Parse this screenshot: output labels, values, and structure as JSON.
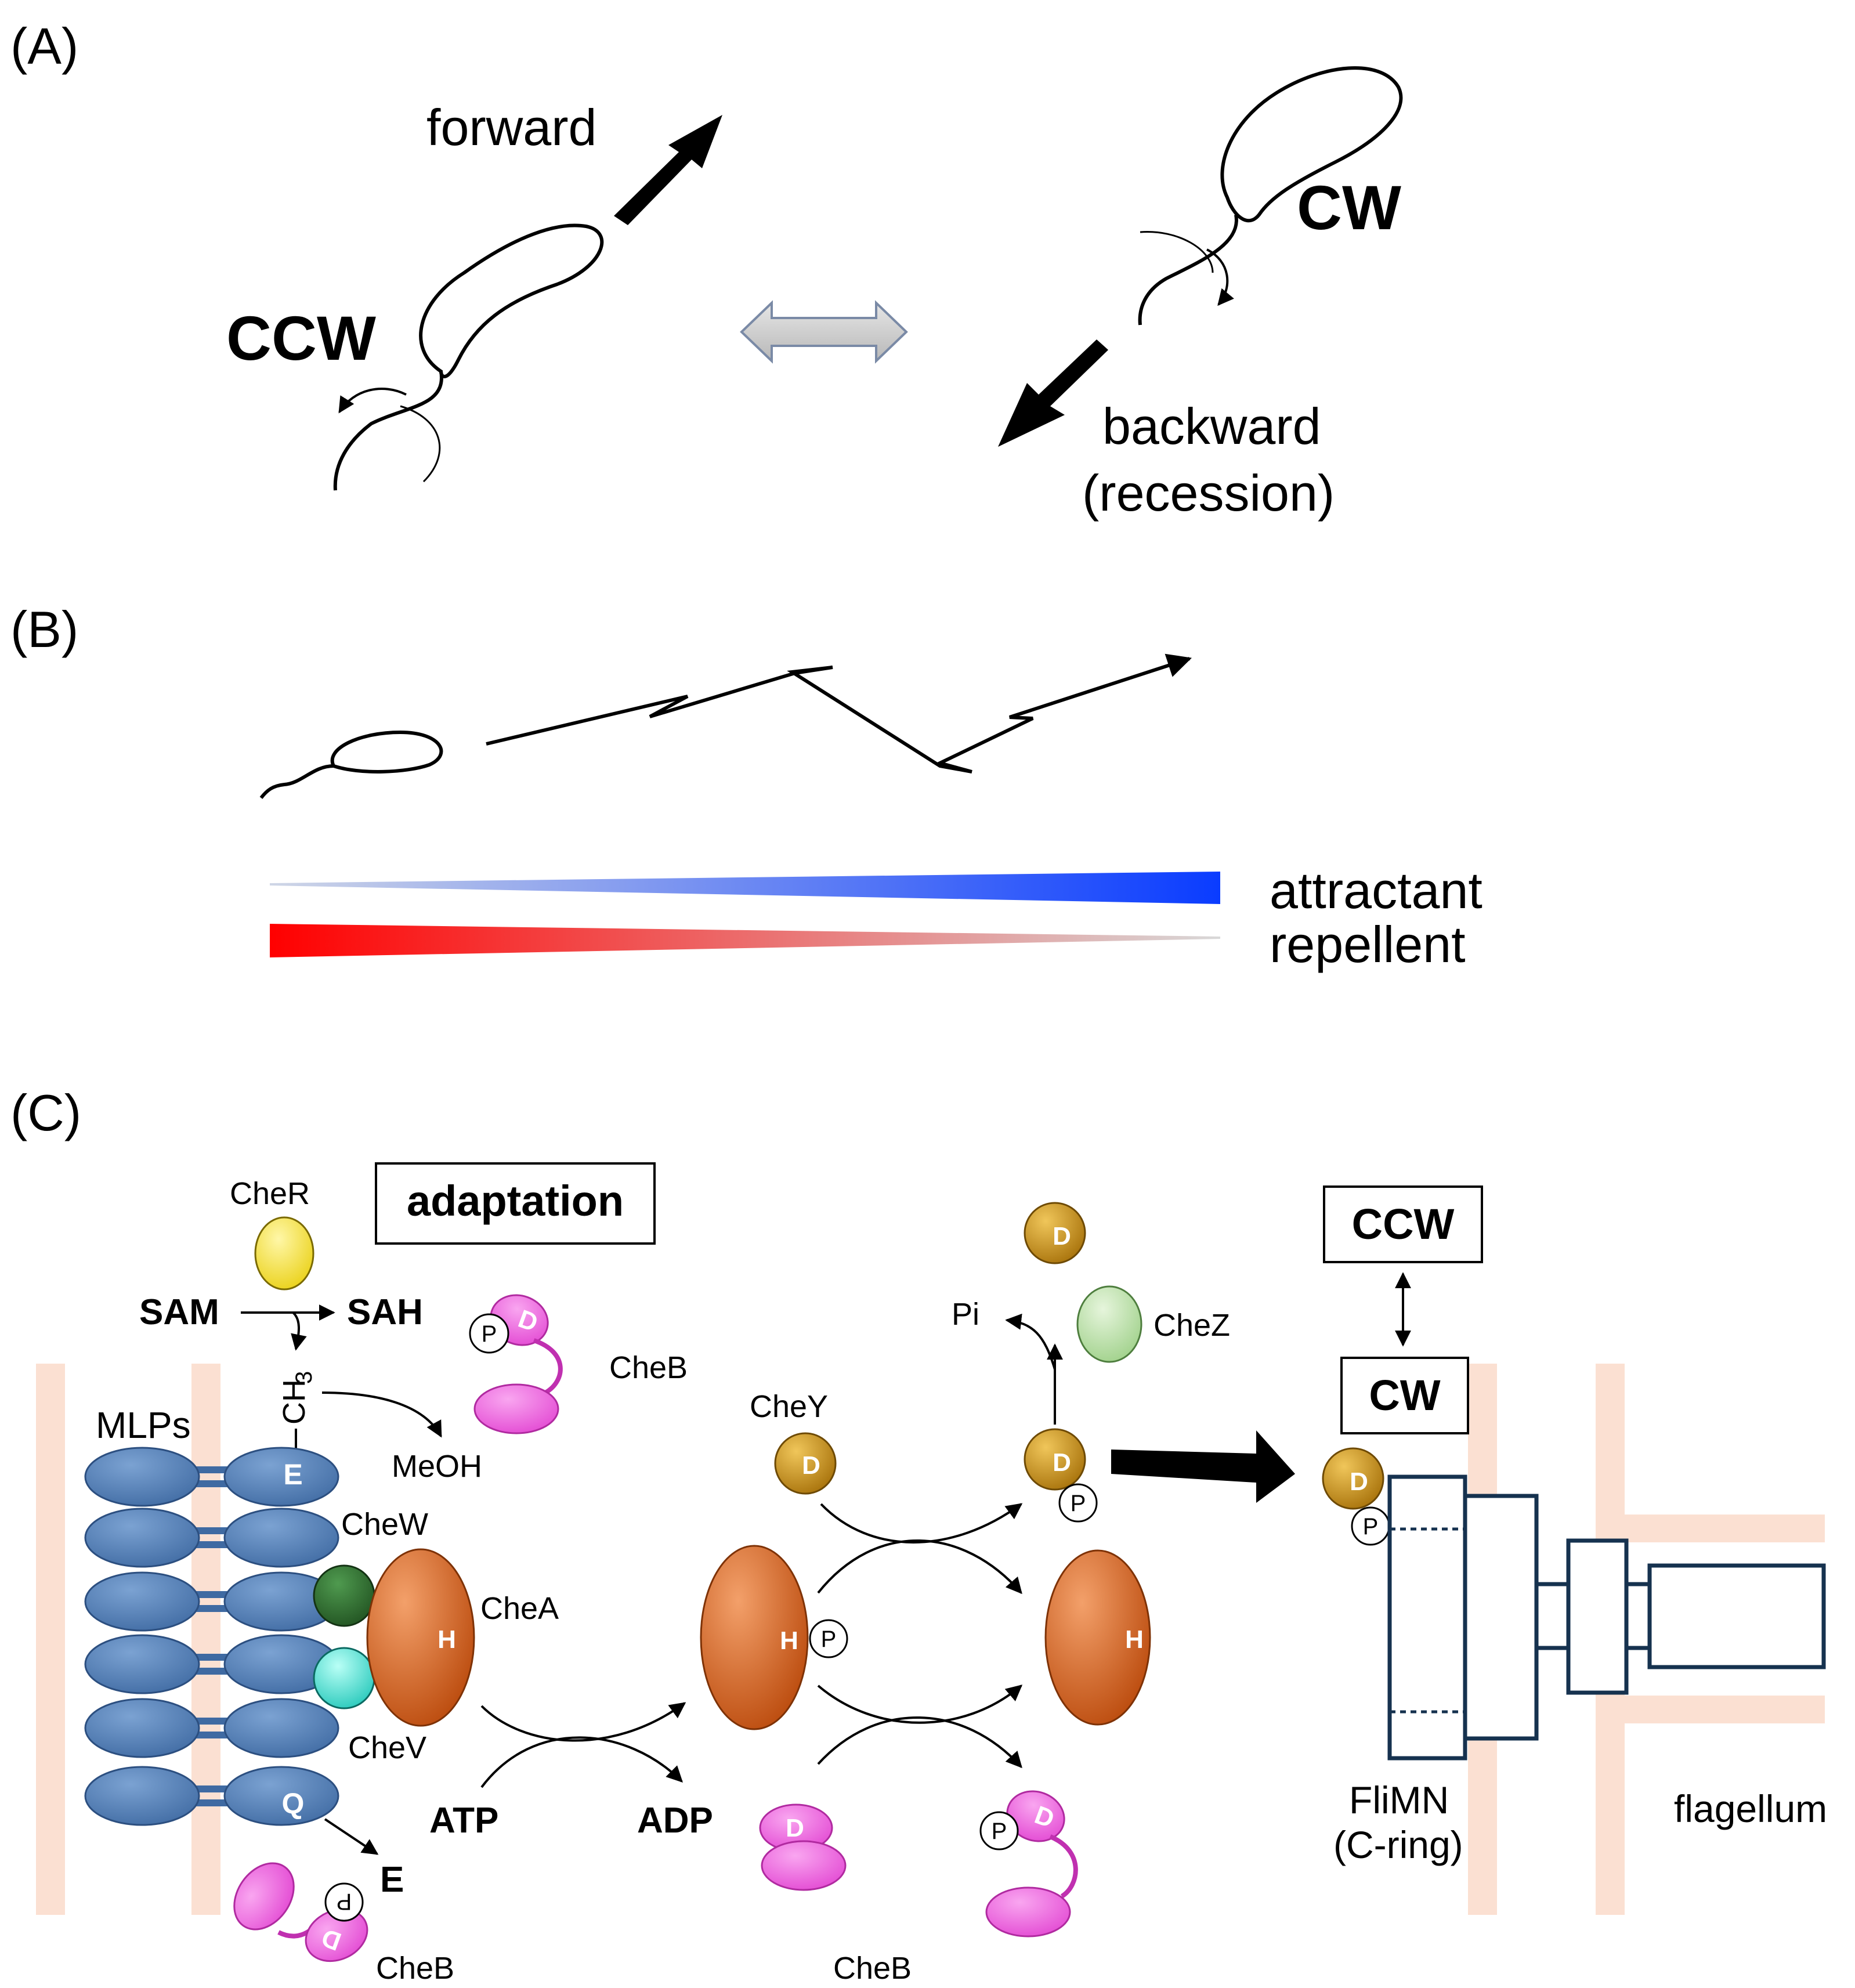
{
  "panel_a": {
    "label": "(A)",
    "forward": "forward",
    "ccw": "CCW",
    "cw": "CW",
    "backward": "backward",
    "recession": "(recession)"
  },
  "panel_b": {
    "label": "(B)",
    "attractant": "attractant",
    "repellent": "repellent",
    "colors": {
      "attractant": "#0a3cff",
      "repellent": "#ff0000"
    }
  },
  "panel_c": {
    "label": "(C)",
    "adaptation": "adaptation",
    "cher": "CheR",
    "sam": "SAM",
    "sah": "SAH",
    "ch3": "CH",
    "ch3_sub": "3",
    "mlps": "MLPs",
    "meoh": "MeOH",
    "cheb_top": "CheB",
    "chew": "CheW",
    "chea": "CheA",
    "chev": "CheV",
    "atp": "ATP",
    "adp": "ADP",
    "chey": "CheY",
    "pi": "Pi",
    "chez": "CheZ",
    "ccw": "CCW",
    "cw": "CW",
    "e_product": "E",
    "cheb_bottom_left": "CheB",
    "cheb_bottom_mid": "CheB",
    "flimn": "FliMN",
    "cring": "(C-ring)",
    "flagellum": "flagellum",
    "residue_e": "E",
    "residue_q": "Q",
    "his": "H",
    "asp": "D",
    "phospho": "P",
    "colors": {
      "receptor": "#4a78b0",
      "chea": "#c85a14",
      "chey": "#c08a14",
      "cheb": "#ee66dd",
      "cher": "#f2dd22",
      "chez": "#b9e0a8",
      "chew": "#2f6e2f",
      "chev": "#30d8c8",
      "membrane": "#fbe0d2",
      "motor": "#16324f"
    }
  }
}
